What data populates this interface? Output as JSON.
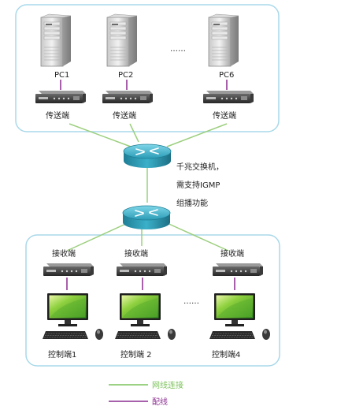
{
  "top_group": {
    "pcs": [
      {
        "label": "PC1",
        "device_label": "传送端"
      },
      {
        "label": "PC2",
        "device_label": "传送端"
      },
      {
        "label": "PC6",
        "device_label": "传送端"
      }
    ],
    "ellipsis": "……"
  },
  "switch_note": {
    "line1": "千兆交换机，",
    "line2": "需支持IGMP",
    "line3": "组播功能"
  },
  "bottom_group": {
    "receivers": [
      {
        "label": "接收端",
        "control_label": "控制端1"
      },
      {
        "label": "接收端",
        "control_label": "控制端 2"
      },
      {
        "label": "接收端",
        "control_label": "控制端4"
      }
    ],
    "ellipsis": "……"
  },
  "legend": {
    "network_label": "网线连接",
    "cable_label": "配线",
    "network_color": "#7cc35b",
    "cable_color": "#8a2b8f"
  }
}
